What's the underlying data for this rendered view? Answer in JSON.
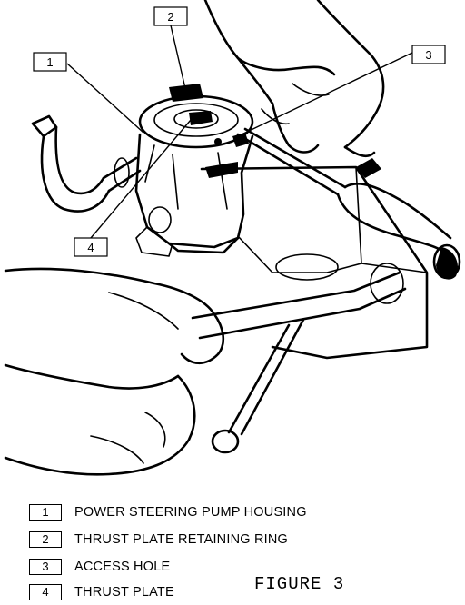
{
  "callouts": [
    {
      "number": "1",
      "label": "POWER STEERING PUMP HOUSING"
    },
    {
      "number": "2",
      "label": "THRUST PLATE RETAINING RING"
    },
    {
      "number": "3",
      "label": "ACCESS HOLE"
    },
    {
      "number": "4",
      "label": "THRUST PLATE"
    }
  ],
  "caption": "FIGURE  3"
}
